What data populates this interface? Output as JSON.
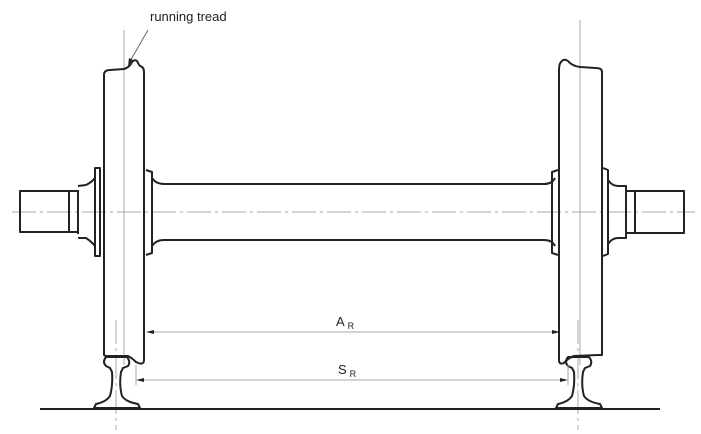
{
  "annotation": {
    "running_tread": "running tread"
  },
  "dimensions": {
    "a": {
      "main": "A",
      "sub": "R"
    },
    "s": {
      "main": "S",
      "sub": "R"
    }
  },
  "colors": {
    "outline": "#222222",
    "centerline": "#aaaaaa"
  }
}
